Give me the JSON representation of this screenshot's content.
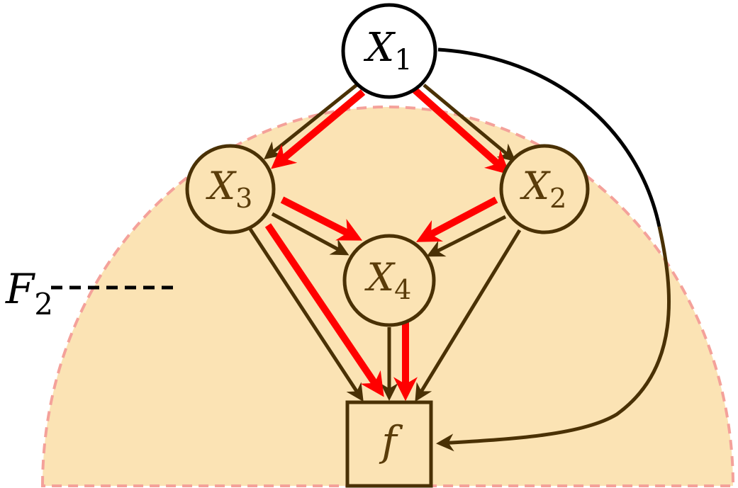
{
  "colors": {
    "region_fill": "#fbe3b4",
    "region_stroke": "#f4a19a",
    "node_stroke_outside": "#000000",
    "node_stroke_inside": "#4a3105",
    "node_text_inside": "#5a3c0a",
    "edge_dark": "#4a3105",
    "edge_black": "#000000",
    "edge_red": "#ff0000"
  },
  "nodes": {
    "x1": {
      "var": "X",
      "sub": "1"
    },
    "x2": {
      "var": "X",
      "sub": "2"
    },
    "x3": {
      "var": "X",
      "sub": "3"
    },
    "x4": {
      "var": "X",
      "sub": "4"
    },
    "f": {
      "var": "f"
    }
  },
  "region": {
    "var": "F",
    "sub": "2"
  }
}
